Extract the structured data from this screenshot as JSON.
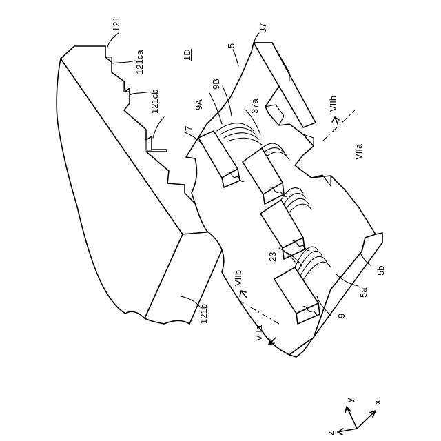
{
  "figure": {
    "labels": {
      "fig_id": "1D",
      "l121": "121",
      "l121ca": "121ca",
      "l121cb": "121cb",
      "l121b": "121b",
      "l37": "37",
      "l5": "5",
      "l9A": "9A",
      "l9B": "9B",
      "l37a": "37a",
      "l7": "7",
      "l23": "23",
      "l9": "9",
      "l5a": "5a",
      "l5b": "5b",
      "sec_VIIb_top": "VIIb",
      "sec_VIIa_top": "VIIa",
      "sec_VIIb_bottom": "VIIb",
      "sec_VIIa_bottom": "VIIa"
    },
    "axes": {
      "x": "x",
      "y": "y",
      "z": "z"
    }
  }
}
